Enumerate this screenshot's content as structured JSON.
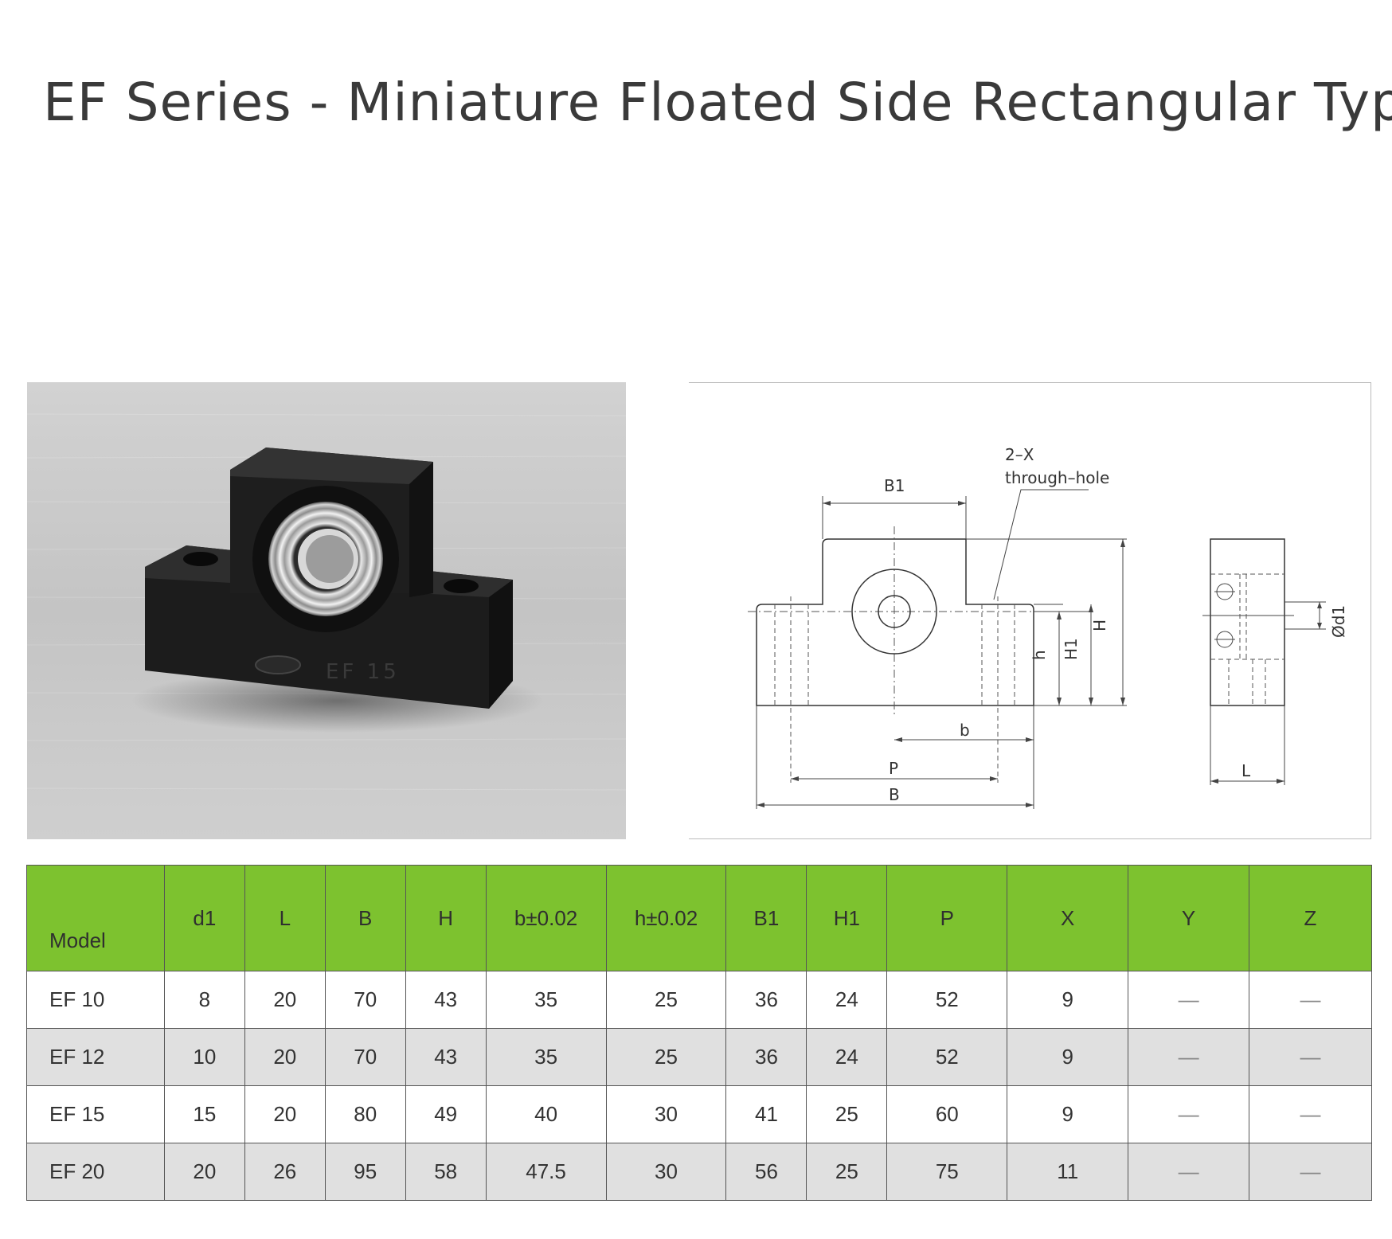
{
  "title": "EF Series - Miniature Floated Side Rectangular Type",
  "photo": {
    "block_mark": "EF 15"
  },
  "drawing": {
    "labels": {
      "note_line1": "2–X",
      "note_line2": "through–hole",
      "B1": "B1",
      "H": "H",
      "H1": "H1",
      "h": "h",
      "b": "b",
      "P": "P",
      "B": "B",
      "L": "L",
      "d1": "Ød1"
    }
  },
  "table": {
    "headers": [
      "Model",
      "d1",
      "L",
      "B",
      "H",
      "b±0.02",
      "h±0.02",
      "B1",
      "H1",
      "P",
      "X",
      "Y",
      "Z"
    ],
    "rows": [
      [
        "EF 10",
        "8",
        "20",
        "70",
        "43",
        "35",
        "25",
        "36",
        "24",
        "52",
        "9",
        "—",
        "—"
      ],
      [
        "EF 12",
        "10",
        "20",
        "70",
        "43",
        "35",
        "25",
        "36",
        "24",
        "52",
        "9",
        "—",
        "—"
      ],
      [
        "EF 15",
        "15",
        "20",
        "80",
        "49",
        "40",
        "30",
        "41",
        "25",
        "60",
        "9",
        "—",
        "—"
      ],
      [
        "EF 20",
        "20",
        "26",
        "95",
        "58",
        "47.5",
        "30",
        "56",
        "25",
        "75",
        "11",
        "—",
        "—"
      ]
    ]
  }
}
